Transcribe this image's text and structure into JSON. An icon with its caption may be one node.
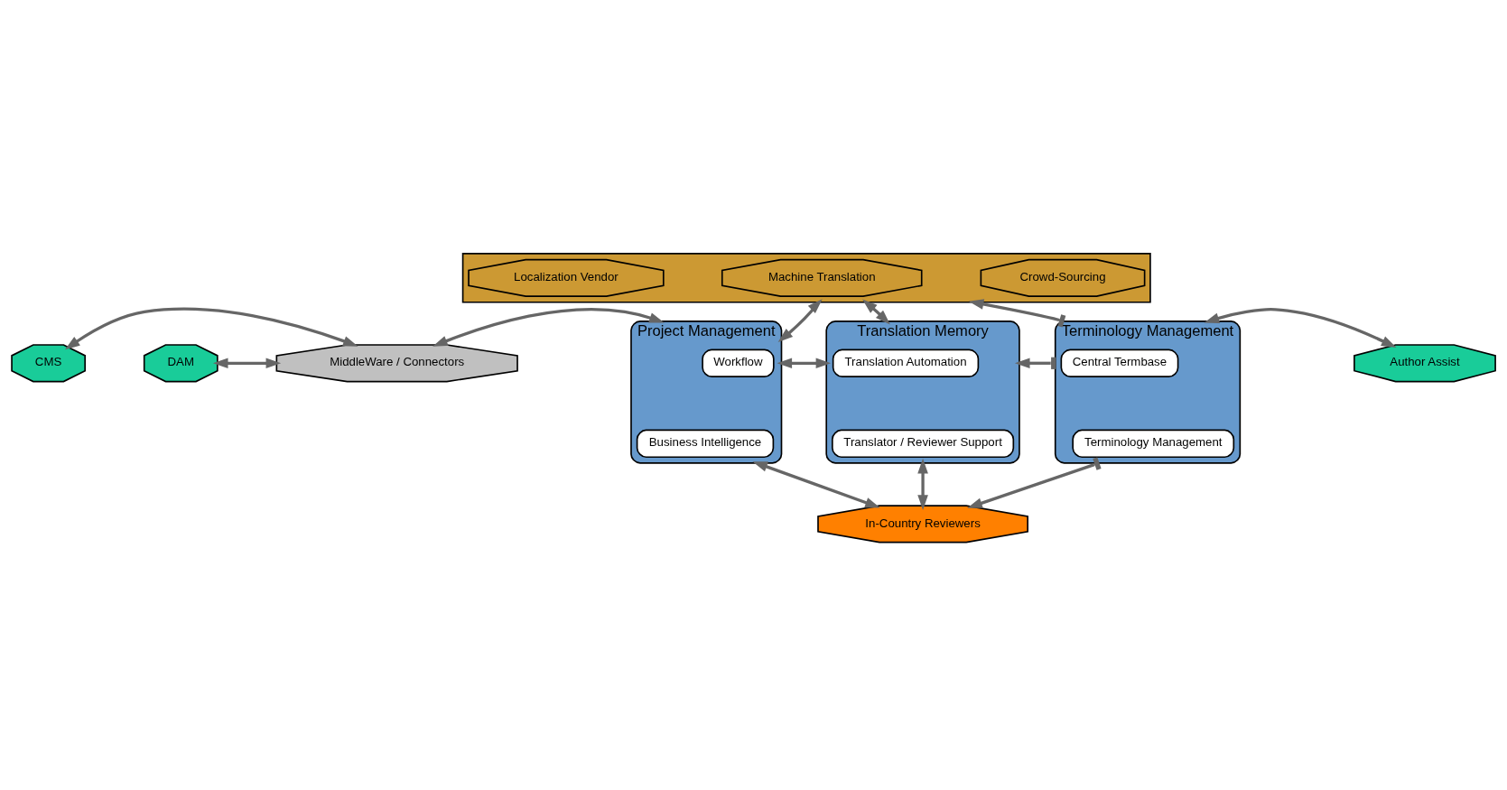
{
  "diagram": {
    "nodes": [
      {
        "text": [],
        "shape": "box"
      },
      {
        "text": [
          "Localization Vendor"
        ],
        "in": 0
      },
      {
        "text": [
          "Machine Translation"
        ],
        "in": 0
      },
      {
        "text": [
          "Crowd-Sourcing"
        ],
        "in": 0
      },
      {
        "text": [
          "CMS"
        ]
      },
      {
        "text": [
          "DAM"
        ]
      },
      {
        "text": [
          "MiddleWare / Connectors"
        ]
      },
      {
        "text": [
          "Project Management"
        ]
      },
      {
        "text": [
          "Workflow"
        ],
        "in": 7
      },
      {
        "text": [
          "Business Intelligence"
        ],
        "in": 7
      },
      {
        "text": [
          "Translation Memory"
        ]
      },
      {
        "text": [
          "Translation Automation"
        ],
        "in": 10
      },
      {
        "text": [
          "Translator / Reviewer Support"
        ],
        "in": 10
      },
      {
        "text": [
          "Terminology Management"
        ]
      },
      {
        "text": [
          "Central Termbase"
        ],
        "in": 13
      },
      {
        "text": [
          "Terminology Management"
        ],
        "in": 13
      },
      {
        "text": [
          "Author Assist"
        ]
      },
      {
        "text": [
          "In-Country Reviewers"
        ]
      }
    ],
    "edges": [
      {
        "from": 7,
        "to": 0,
        "arrow": "both"
      },
      {
        "from": 10,
        "to": 0,
        "arrow": "both"
      },
      {
        "from": 13,
        "to": 0,
        "arrow": "to"
      },
      {
        "from": 4,
        "to": 6,
        "arrow": "both"
      },
      {
        "from": 5,
        "to": 6,
        "arrow": "both"
      },
      {
        "from": 6,
        "to": 7,
        "arrow": "both"
      },
      {
        "from": 7,
        "to": 10,
        "arrow": "both"
      },
      {
        "from": 13,
        "to": 10,
        "arrow": "to"
      },
      {
        "from": 13,
        "to": 16,
        "arrow": "both"
      },
      {
        "from": 7,
        "to": 17,
        "arrow": "both"
      },
      {
        "from": 10,
        "to": 17,
        "arrow": "both"
      },
      {
        "from": 13,
        "to": 17,
        "arrow": "to"
      }
    ]
  }
}
